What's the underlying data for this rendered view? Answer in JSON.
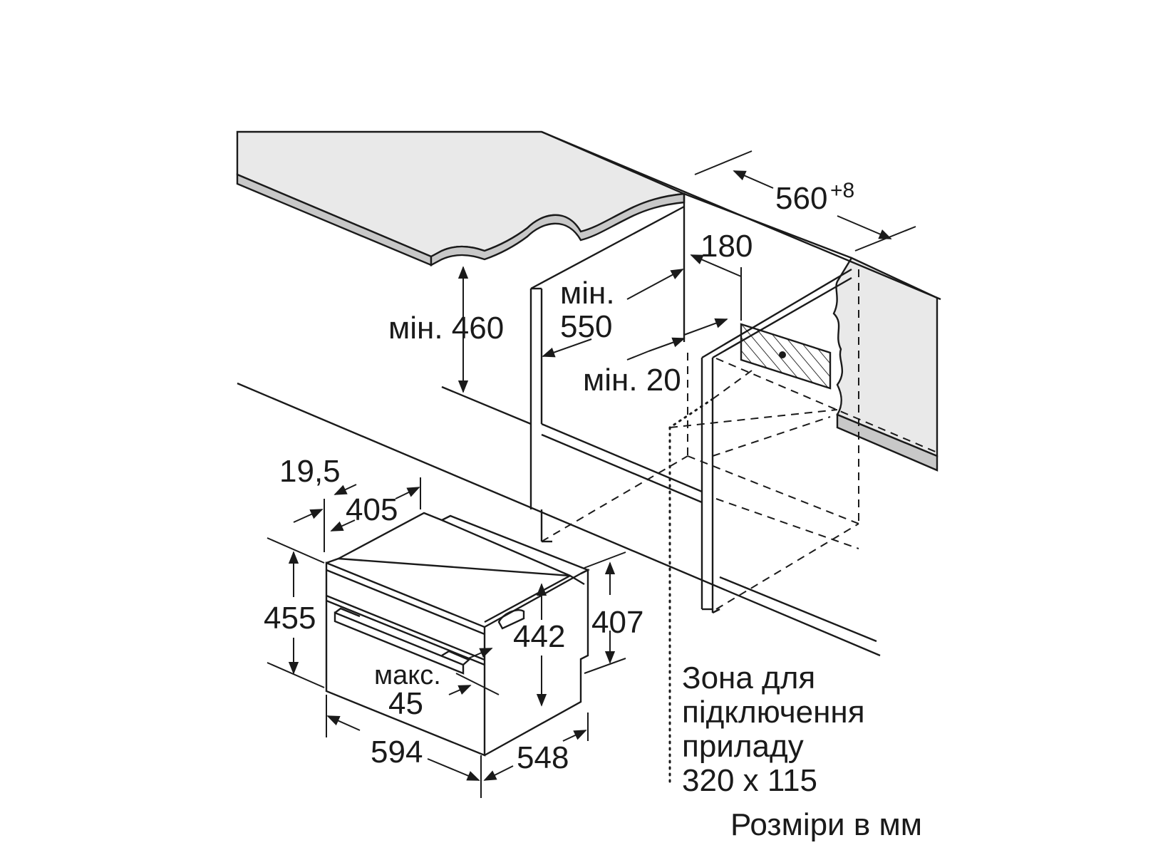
{
  "diagram": {
    "dimensions": {
      "niche_width": "560",
      "niche_width_tolerance": "+8",
      "depth_180": "180",
      "min_550_line1": "мін.",
      "min_550_line2": "550",
      "min_460": "мін. 460",
      "min_20": "мін. 20",
      "d_19_5": "19,5",
      "d_405": "405",
      "d_455": "455",
      "d_442": "442",
      "d_407": "407",
      "max_label": "макс.",
      "max_value": "45",
      "d_594": "594",
      "d_548": "548"
    },
    "connection_zone": {
      "line1": "Зона для",
      "line2": "підключення",
      "line3": "приладу",
      "line4": "320 x 115"
    },
    "units_note": "Розміри в мм"
  },
  "nav": {
    "prev_icon": "chevron-left-icon"
  }
}
